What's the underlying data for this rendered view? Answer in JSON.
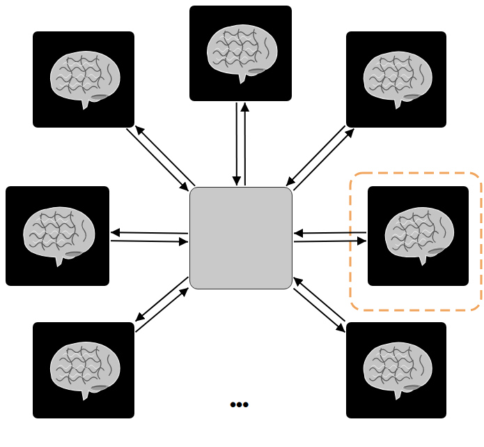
{
  "diagram": {
    "nodes": [
      {
        "text": []
      },
      {
        "text": []
      },
      {
        "text": []
      },
      {
        "text": []
      },
      {
        "text": []
      },
      {
        "text": []
      },
      {
        "text": []
      },
      {
        "text": []
      }
    ],
    "edges": [
      {
        "from": 4,
        "to": 0,
        "arrow": "to"
      },
      {
        "from": 0,
        "to": 4,
        "arrow": "to"
      },
      {
        "from": 4,
        "to": 1,
        "arrow": "to"
      },
      {
        "from": 1,
        "to": 4,
        "arrow": "to"
      },
      {
        "from": 4,
        "to": 2,
        "arrow": "to"
      },
      {
        "from": 2,
        "to": 4,
        "arrow": "to"
      },
      {
        "from": 4,
        "to": 3,
        "arrow": "to"
      },
      {
        "from": 3,
        "to": 4,
        "arrow": "to"
      },
      {
        "from": 4,
        "to": 5,
        "arrow": "to"
      },
      {
        "from": 5,
        "to": 4,
        "arrow": "to"
      },
      {
        "from": 4,
        "to": 6,
        "arrow": "to"
      },
      {
        "from": 6,
        "to": 4,
        "arrow": "to"
      },
      {
        "from": 4,
        "to": 7,
        "arrow": "to"
      },
      {
        "from": 7,
        "to": 4,
        "arrow": "to"
      }
    ],
    "labels": [
      "•••"
    ]
  }
}
